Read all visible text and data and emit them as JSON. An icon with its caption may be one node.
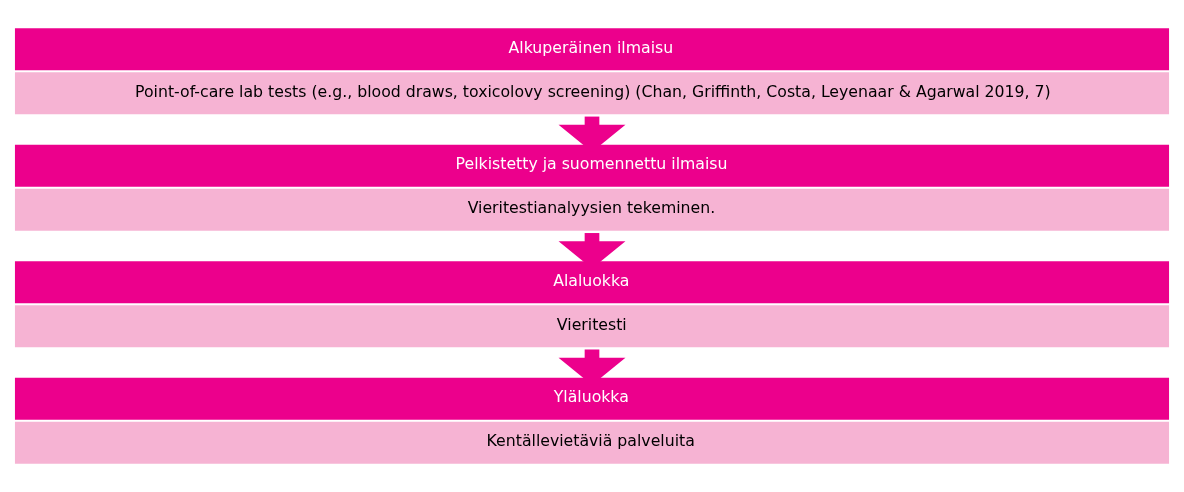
{
  "diagram": {
    "nodes": [
      {
        "text": [
          "Alkuperäinen ilmaisu",
          "Point-of-care lab tests (e.g., blood draws, toxicolovy screening) (Chan, Griffinth, Costa, Leyenaar & Agarwal 2019, 7)"
        ]
      },
      {
        "text": [
          "Pelkistetty ja suomennettu ilmaisu",
          "Vieritestianalyysien tekeminen."
        ]
      },
      {
        "text": [
          "Alaluokka",
          "Vieritesti"
        ]
      },
      {
        "text": [
          "Yläluokka",
          "Kentällevietäviä palveluita"
        ]
      }
    ],
    "edges": [
      {
        "from": 0,
        "to": 1,
        "arrow": "to"
      },
      {
        "from": 1,
        "to": 2,
        "arrow": "to"
      },
      {
        "from": 2,
        "to": 3,
        "arrow": "to"
      }
    ]
  }
}
